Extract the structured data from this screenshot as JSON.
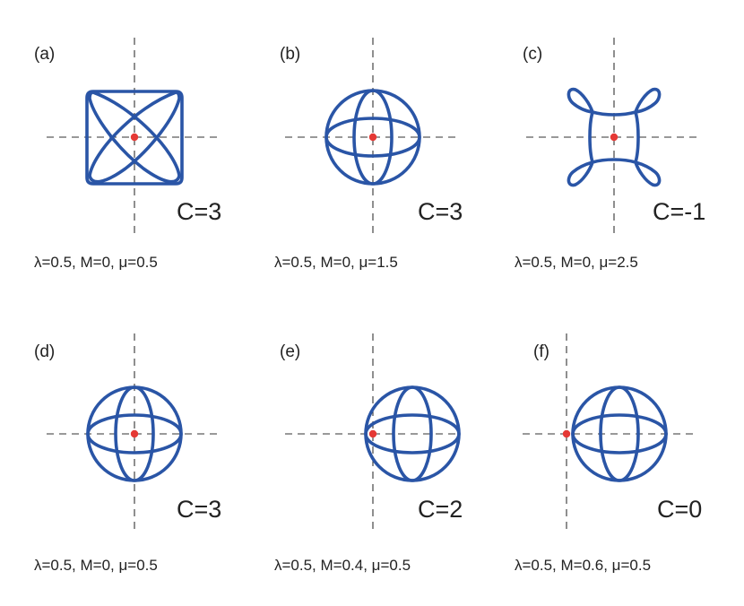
{
  "panels": [
    {
      "tag": "(a)",
      "c_value": "C=3",
      "params": "λ=0.5, M=0, μ=0.5",
      "shape": "lissajous",
      "color": "#2a55a6",
      "dot_color": "#e53935"
    },
    {
      "tag": "(b)",
      "c_value": "C=3",
      "params": "λ=0.5, M=0, μ=1.5",
      "shape": "sphere",
      "color": "#2a55a6",
      "dot_color": "#e53935"
    },
    {
      "tag": "(c)",
      "c_value": "C=-1",
      "params": "λ=0.5, M=0, μ=2.5",
      "shape": "astroid",
      "color": "#2a55a6",
      "dot_color": "#e53935"
    },
    {
      "tag": "(d)",
      "c_value": "C=3",
      "params": "λ=0.5, M=0, μ=0.5",
      "shape": "sphere",
      "color": "#2a55a6",
      "dot_color": "#e53935"
    },
    {
      "tag": "(e)",
      "c_value": "C=2",
      "params": "λ=0.5, M=0.4, μ=0.5",
      "shape": "sphere",
      "color": "#2a55a6",
      "dot_color": "#e53935"
    },
    {
      "tag": "(f)",
      "c_value": "C=0",
      "params": "λ=0.5, M=0.6, μ=0.5",
      "shape": "sphere",
      "color": "#2a55a6",
      "dot_color": "#e53935"
    }
  ]
}
